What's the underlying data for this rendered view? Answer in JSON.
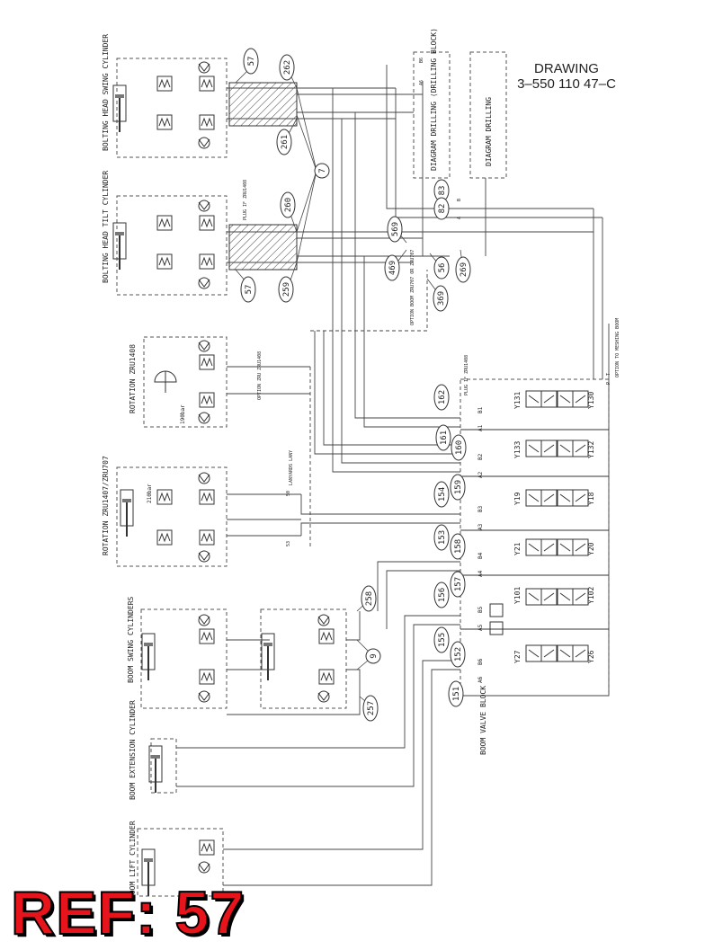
{
  "drawing": {
    "label": "DRAWING",
    "number": "3–550 110 47–C"
  },
  "ref": {
    "text": "REF: 57"
  },
  "components": {
    "bolting_head_swing": "BOLTING HEAD SWING CYLINDER",
    "bolting_head_tilt": "BOLTING HEAD TILT CYLINDER",
    "rotation_1408": "ROTATION ZRU1408",
    "rotation_1407": "ROTATION ZRU1407/ZRU707",
    "boom_swing": "BOOM SWING CYLINDERS",
    "boom_extension": "BOOM EXTENSION CYLINDER",
    "boom_lift": "BOOM LIFT CYLINDER",
    "boom_valve_block": "BOOM VALVE BLOCK",
    "diagram_drilling_block": "DIAGRAM DRILLING (DRILLING BLOCK)",
    "diagram_drilling": "DIAGRAM DRILLING"
  },
  "callouts": [
    "57",
    "262",
    "261",
    "7",
    "260",
    "259",
    "57",
    "569",
    "469",
    "56",
    "269",
    "369",
    "83",
    "82",
    "162",
    "161",
    "160",
    "154",
    "159",
    "153",
    "158",
    "156",
    "157",
    "155",
    "152",
    "151",
    "258",
    "9",
    "257"
  ],
  "valves": [
    "Y131",
    "Y130",
    "Y133",
    "Y132",
    "Y19",
    "Y18",
    "Y21",
    "Y20",
    "Y101",
    "Y102",
    "Y27",
    "Y26"
  ],
  "ports": [
    "B1",
    "A1",
    "B2",
    "A2",
    "B3",
    "A3",
    "B4",
    "A4",
    "B5",
    "A5",
    "B6",
    "A6"
  ],
  "notes": {
    "plug_1": "PLUG IF ZRU1408",
    "plug_2": "PLUG IF ZRU1408",
    "option_boom": "OPTION BOOM ZRU707 OR ZRU707",
    "option_rotation": "OPTION ZRU ZRU1408",
    "option_meshing": "OPTION TO MESHING BOOM",
    "pressure_190": "190bar",
    "pressure_210": "210bar",
    "a6": "A6",
    "b6": "B6",
    "a": "A",
    "b": "B",
    "p": "P",
    "t": "T",
    "n50": "50",
    "n53": "53",
    "lanyards": "LANYARDS LANY"
  }
}
